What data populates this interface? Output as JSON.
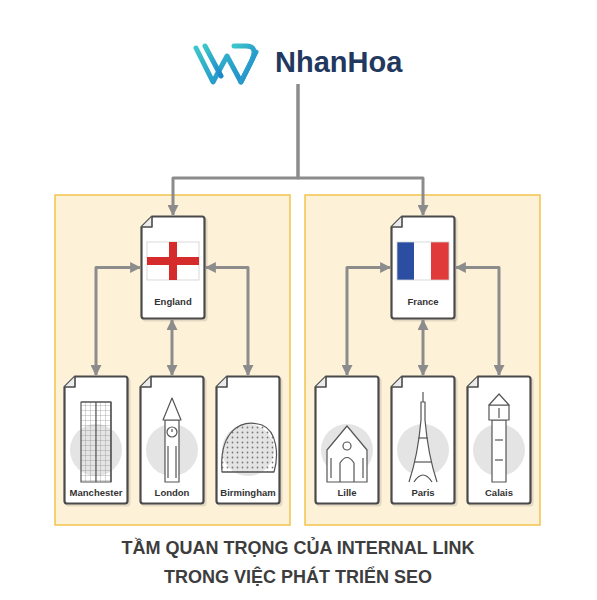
{
  "diagram": {
    "caption": "TẦM QUAN TRỌNG CỦA INTERNAL LINK TRONG VIỆC PHÁT TRIỂN SEO",
    "nodes": [
      {
        "text": [
          "NhanHoa"
        ]
      },
      {
        "text": [
          "England"
        ]
      },
      {
        "text": [
          "France"
        ]
      },
      {
        "text": [
          "Manchester"
        ]
      },
      {
        "text": [
          "London"
        ]
      },
      {
        "text": [
          "Birmingham"
        ]
      },
      {
        "text": [
          "Lille"
        ]
      },
      {
        "text": [
          "Paris"
        ]
      },
      {
        "text": [
          "Calais"
        ]
      }
    ],
    "edges": [
      {
        "from": 0,
        "to": 1,
        "arrow": "to"
      },
      {
        "from": 0,
        "to": 2,
        "arrow": "to"
      },
      {
        "from": 1,
        "to": 3,
        "arrow": "both"
      },
      {
        "from": 1,
        "to": 4,
        "arrow": "both"
      },
      {
        "from": 1,
        "to": 5,
        "arrow": "both"
      },
      {
        "from": 2,
        "to": 6,
        "arrow": "both"
      },
      {
        "from": 2,
        "to": 7,
        "arrow": "both"
      },
      {
        "from": 2,
        "to": 8,
        "arrow": "both"
      }
    ]
  }
}
